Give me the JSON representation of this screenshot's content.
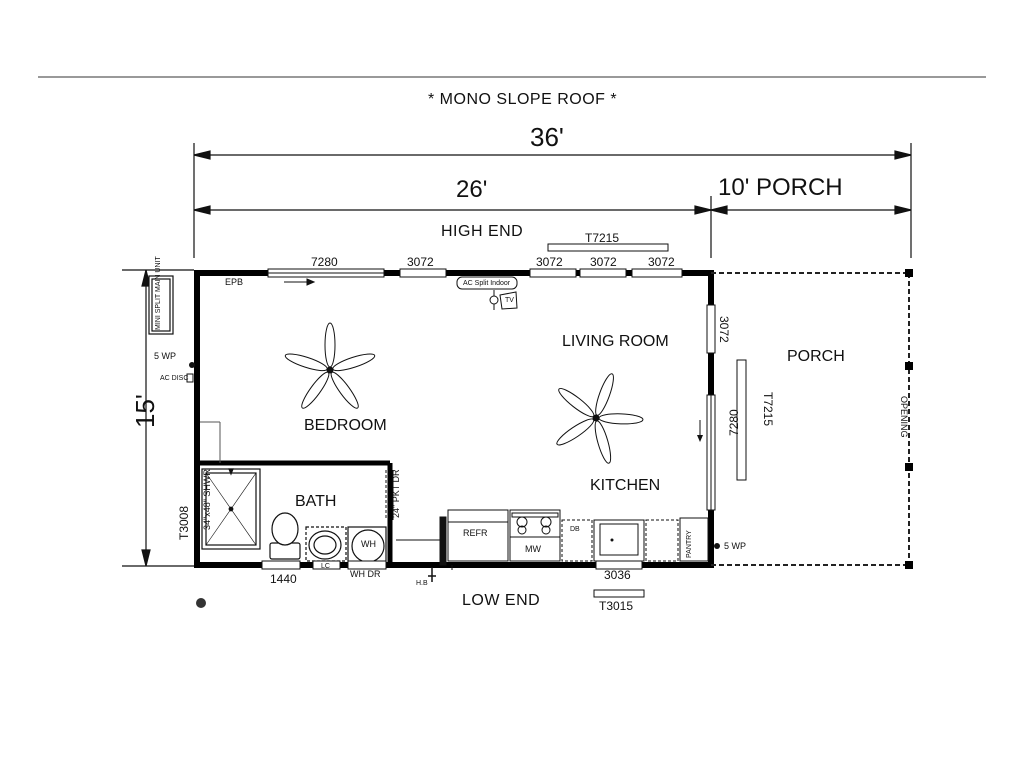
{
  "header": {
    "roof_note": "* MONO SLOPE ROOF *",
    "overall_width": "36'",
    "main_width": "26'",
    "porch_width": "10' PORCH",
    "depth": "15'",
    "high_end": "HIGH END",
    "low_end": "LOW END"
  },
  "rooms": {
    "living_room": "LIVING ROOM",
    "bedroom": "BEDROOM",
    "kitchen": "KITCHEN",
    "bath": "BATH",
    "porch": "PORCH"
  },
  "windows": {
    "top_7280": "7280",
    "top_3072_a": "3072",
    "top_3072_b": "3072",
    "top_3072_c": "3072",
    "top_3072_d": "3072",
    "transom_top": "T7215",
    "right_3072": "3072",
    "right_7280": "7280",
    "porch_transom": "T7215",
    "bath_left": "T3008",
    "bath_bottom": "1440",
    "kitchen_bottom": "3036",
    "kitchen_transom": "T3015"
  },
  "fixtures": {
    "epb": "EPB",
    "ac_split": "AC Split Indoor",
    "tv": "TV",
    "mini_split": "MINI SPLIT MAIN UNIT",
    "wp_left": "5 WP",
    "ac_disc": "AC DISC",
    "wp_right": "5 WP",
    "opening": "OPENING",
    "shower": "34\"x48\" SHWR",
    "pocket_door": "24\" PKT DR",
    "wh": "WH",
    "wh_dr": "WH DR",
    "lc": "LC",
    "hb": "H.B",
    "refr": "REFR",
    "mw": "MW",
    "db": "DB",
    "pantry": "PANTRY"
  }
}
